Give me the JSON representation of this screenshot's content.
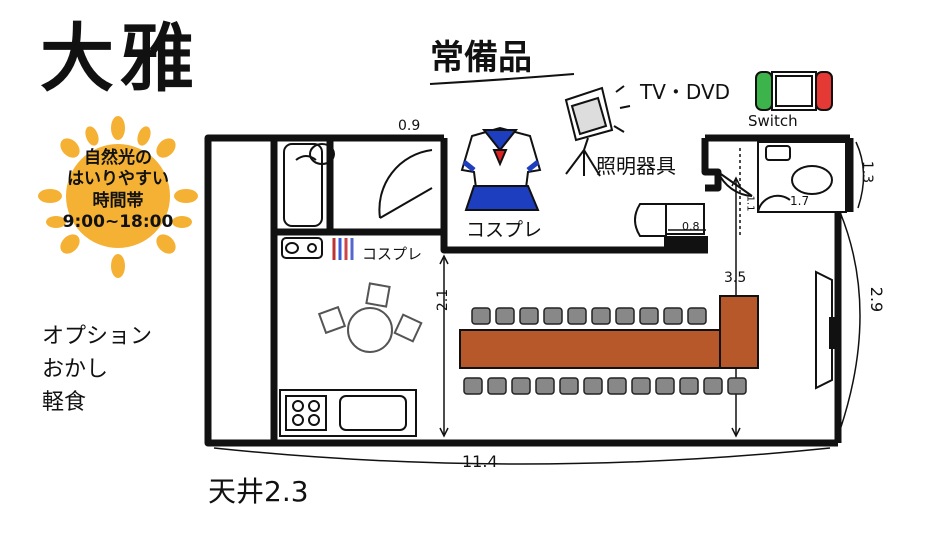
{
  "title": "大雅",
  "sun": {
    "lines": [
      "自然光の",
      "はいりやすい",
      "時間帯",
      "9:00~18:00"
    ],
    "color": "#f5b133"
  },
  "options": [
    "オプション",
    "おかし",
    "軽食"
  ],
  "ceiling": "天井2.3",
  "amenities": {
    "heading": "常備品",
    "tv_dvd": "TV・DVD",
    "switch": "Switch",
    "lighting": "照明器具",
    "cosplay_uniform": "コスプレ",
    "cosplay_rack": "コスプレ"
  },
  "dimensions": {
    "d_0_9": "0.9",
    "d_0_8": "0.8",
    "d_1_1": "1.1",
    "d_1_3": "1.3",
    "d_1_7": "1.7",
    "d_2_1": "2.1",
    "d_2_9": "2.9",
    "d_3_5": "3.5",
    "d_11_4": "11.4"
  },
  "colors": {
    "table": "#b6582a",
    "chair": "#888888",
    "sun": "#f5b133",
    "uniform_blue": "#1d3fbf",
    "uniform_red": "#d22"
  }
}
